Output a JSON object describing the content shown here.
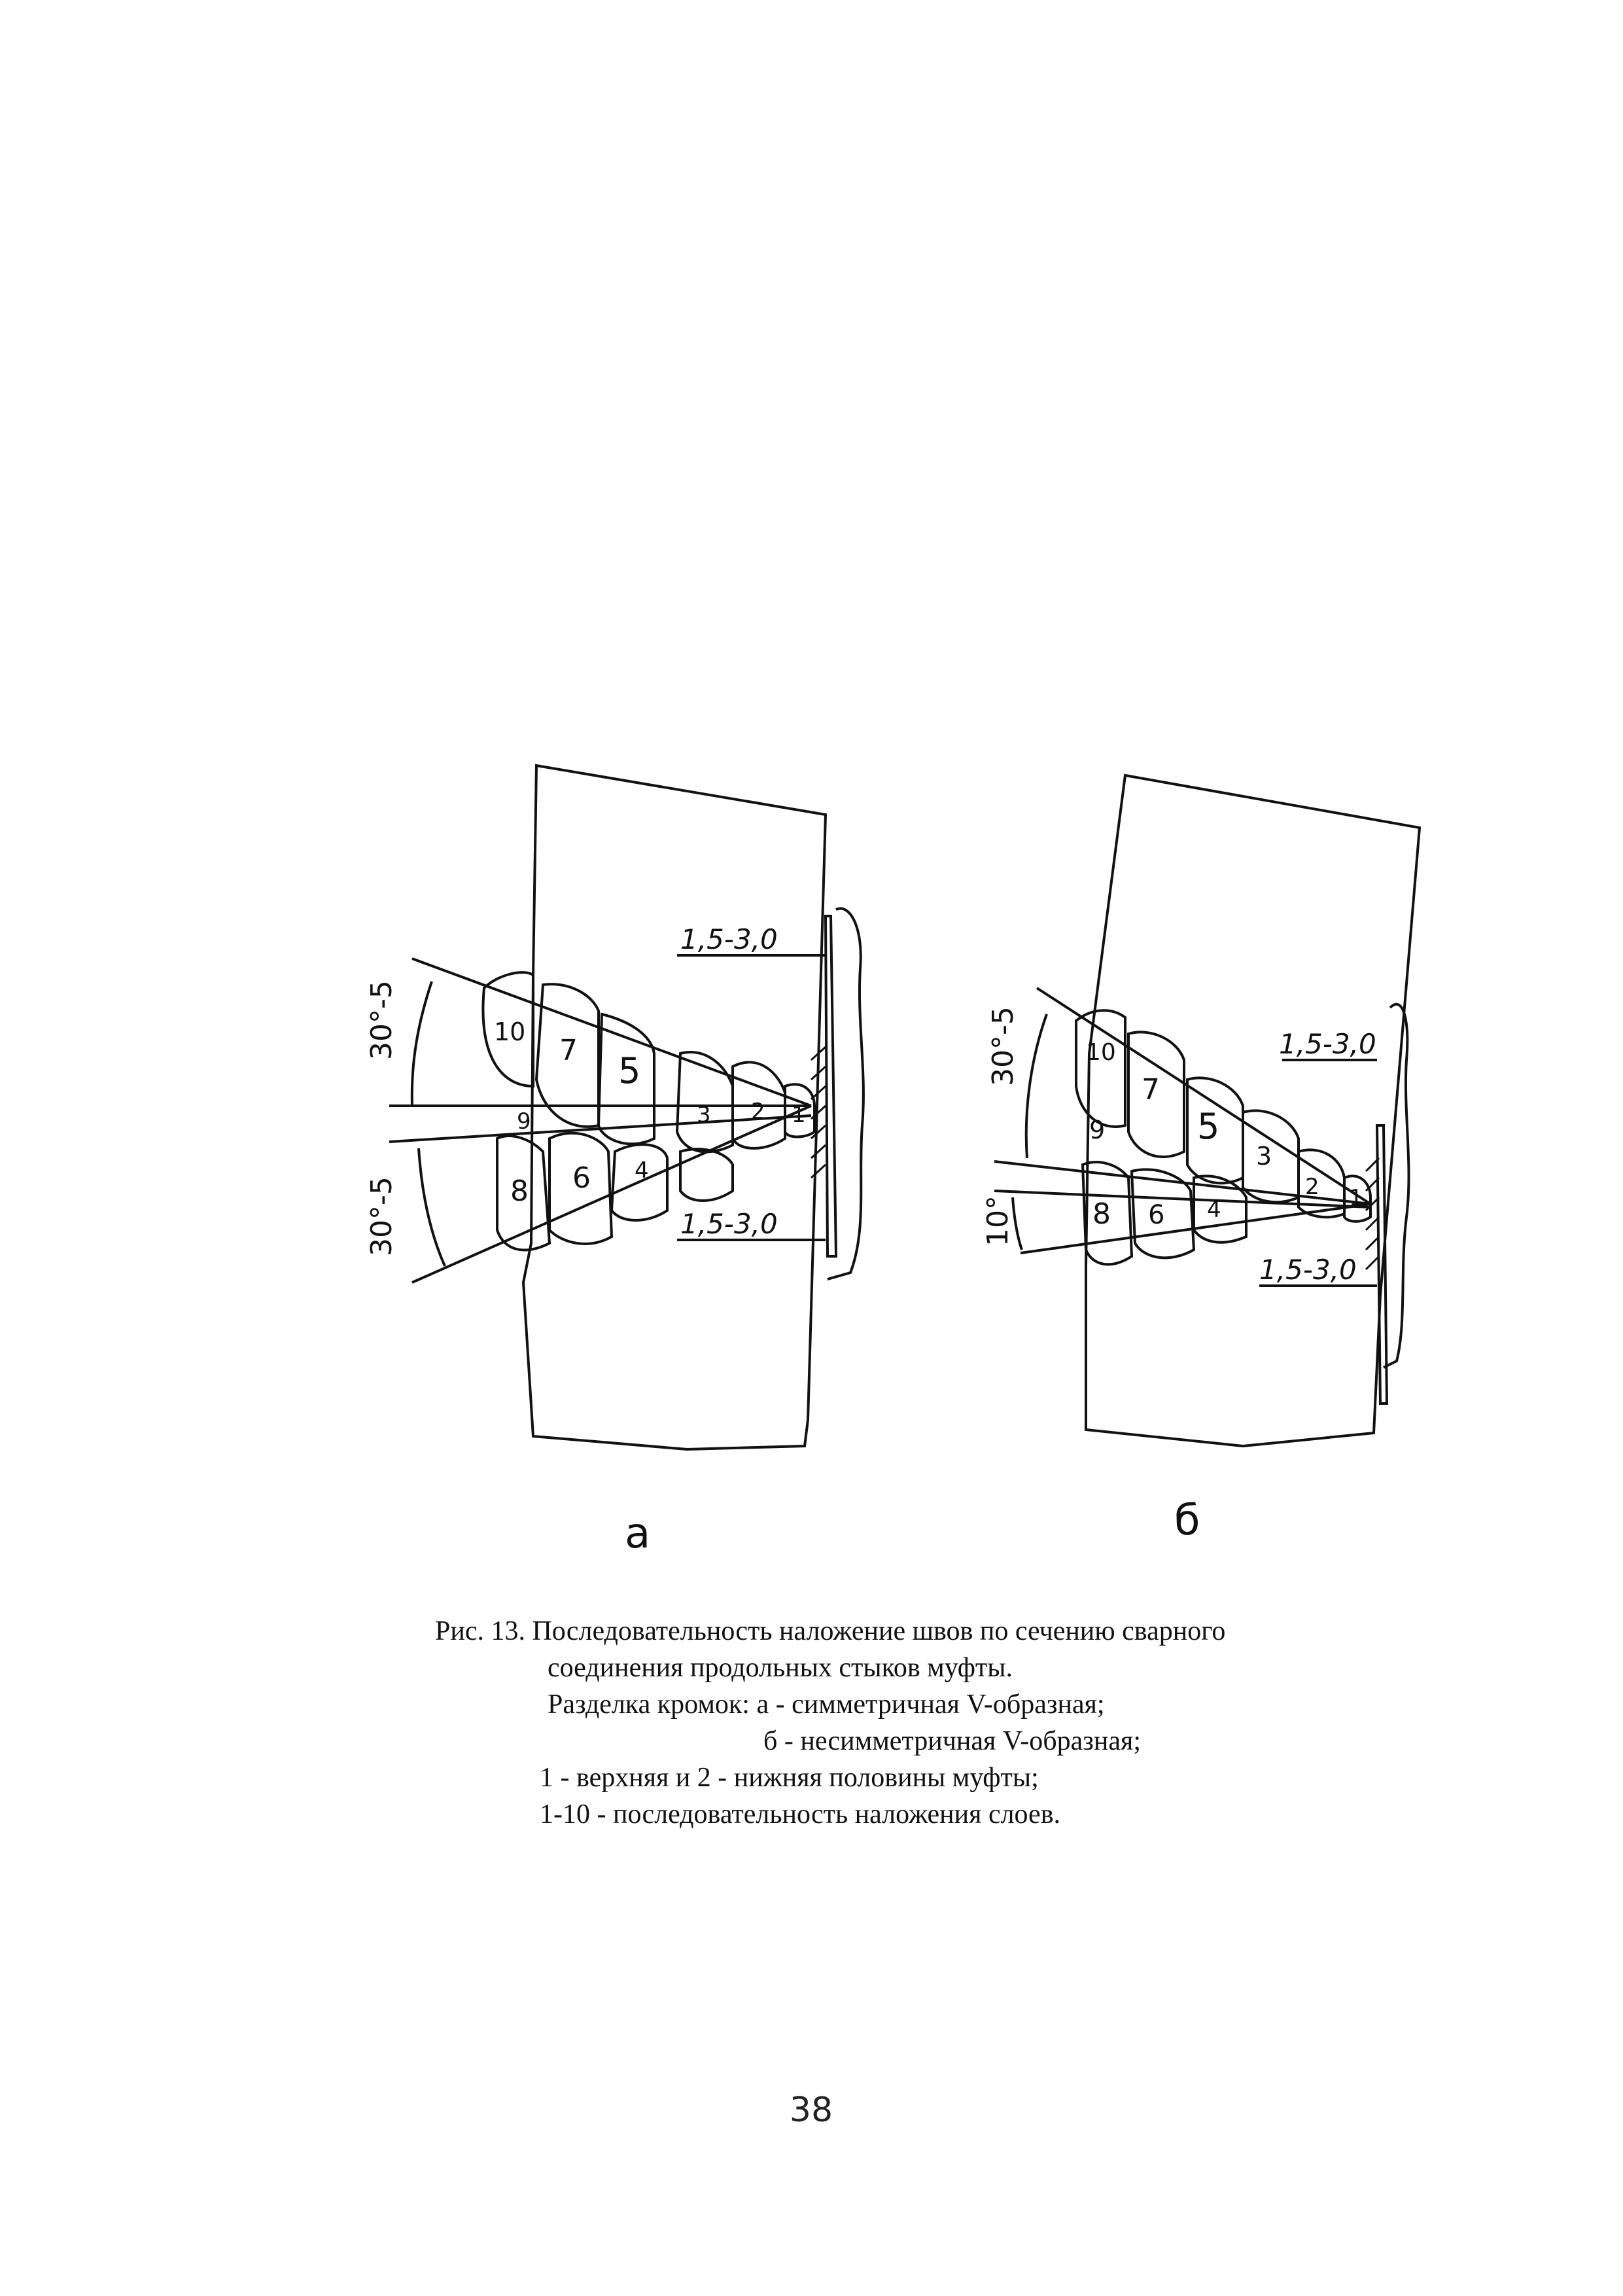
{
  "figure": {
    "sub_labels": {
      "a": "а",
      "b": "б"
    },
    "left": {
      "angle_upper": "30°-5",
      "angle_lower": "30°-5",
      "gap_top": "1,5-3,0",
      "gap_bottom": "1,5-3,0",
      "bead_numbers": [
        "1",
        "2",
        "3",
        "4",
        "5",
        "6",
        "7",
        "8",
        "9",
        "10"
      ]
    },
    "right": {
      "angle_upper": "30°-5",
      "angle_lower": "10°",
      "gap_top": "1,5-3,0",
      "gap_bottom": "1,5-3,0",
      "bead_numbers": [
        "1",
        "2",
        "3",
        "4",
        "5",
        "6",
        "7",
        "8",
        "9",
        "10"
      ]
    }
  },
  "caption": {
    "line1": "Рис. 13. Последовательность наложение швов по сечению сварного",
    "line2": "соединения продольных стыков муфты.",
    "line3": "Разделка кромок: а - симметричная V-образная;",
    "line4": "б - несимметричная V-образная;",
    "line5": "1 - верхняя и 2 - нижняя половины муфты;",
    "line6": "1-10 - последовательность наложения слоев."
  },
  "page_number": "38"
}
